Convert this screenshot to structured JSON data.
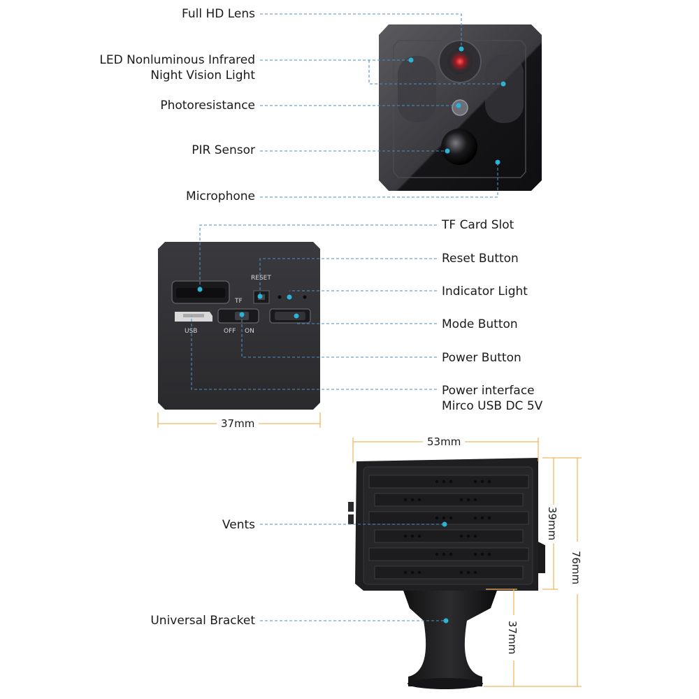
{
  "colors": {
    "leader": "#4a90c8",
    "dot": "#2bb4d8",
    "dimension": "#f0b860",
    "body": "#1f1f21",
    "panel": "#2b2b2e"
  },
  "front_view": {
    "labels": {
      "full_hd_lens": "Full HD Lens",
      "led_line1": "LED Nonluminous Infrared",
      "led_line2": "Night Vision Light",
      "photoresistance": "Photoresistance",
      "pir_sensor": "PIR Sensor",
      "microphone": "Microphone"
    }
  },
  "side_view": {
    "labels": {
      "tf_card_slot": "TF Card Slot",
      "reset_button": "Reset Button",
      "indicator_light": "Indicator Light",
      "mode_button": "Mode Button",
      "power_button": "Power Button",
      "power_interface_line1": "Power interface",
      "power_interface_line2": "Mirco USB DC 5V"
    },
    "printed": {
      "reset": "RESET",
      "tf": "TF",
      "usb": "USB",
      "off": "OFF",
      "on": "ON"
    },
    "width_dim": "37mm"
  },
  "back_view": {
    "labels": {
      "vents": "Vents",
      "universal_bracket": "Universal Bracket"
    },
    "dims": {
      "width": "53mm",
      "body_height": "39mm",
      "total_height": "76mm",
      "bracket_height": "37mm"
    }
  }
}
